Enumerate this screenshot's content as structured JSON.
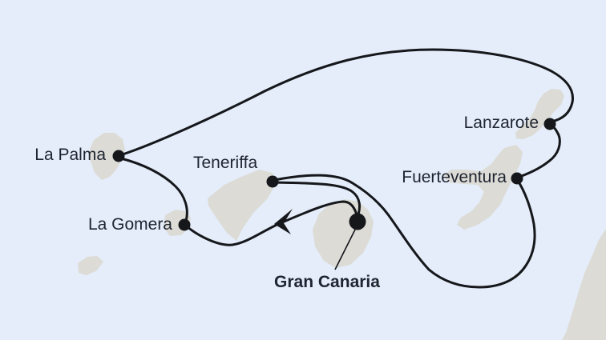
{
  "colors": {
    "sea": "#e4edf9",
    "land": "#dcdbd6",
    "route_line": "#15171b",
    "label_text": "#1e2430"
  },
  "ports": [
    {
      "id": "la-palma",
      "label": "La Palma",
      "bold": false
    },
    {
      "id": "teneriffa",
      "label": "Teneriffa",
      "bold": false
    },
    {
      "id": "la-gomera",
      "label": "La Gomera",
      "bold": false
    },
    {
      "id": "gran-canaria",
      "label": "Gran Canaria",
      "bold": true
    },
    {
      "id": "fuerteventura",
      "label": "Fuerteventura",
      "bold": false
    },
    {
      "id": "lanzarote",
      "label": "Lanzarote",
      "bold": false
    }
  ],
  "route": {
    "segments": [
      "Gran Canaria → La Gomera",
      "La Gomera → La Palma",
      "La Palma → Lanzarote",
      "Lanzarote → Fuerteventura",
      "Fuerteventura → Teneriffa",
      "Teneriffa → Gran Canaria"
    ],
    "direction_arrow_on_segment": "Gran Canaria → La Gomera",
    "start_end_port": "Gran Canaria"
  }
}
